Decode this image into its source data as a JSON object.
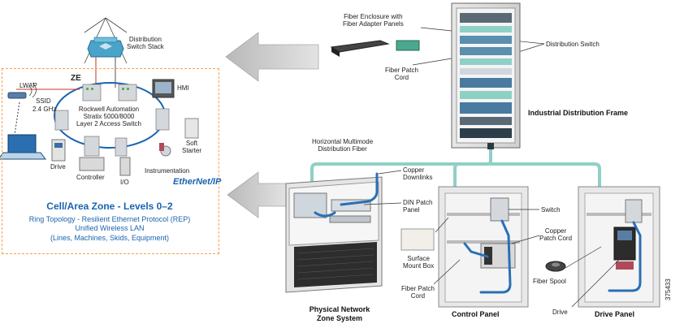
{
  "cell_zone": {
    "title": "Cell/Area Zone - Levels 0–2",
    "subtitle_1": "Ring Topology - Resilient Ethernet Protocol (REP)",
    "subtitle_2": "Unified Wireless LAN",
    "subtitle_3": "(Lines, Machines, Skids, Equipment)",
    "ze_label": "ZE",
    "lwap": "LWAP",
    "ssid": "SSID",
    "freq": "2.4 GHz",
    "switch_1": "Rockwell Automation",
    "switch_2": "Stratix 5000/8000",
    "switch_3": "Layer 2 Access Switch",
    "hmi": "HMI",
    "soft_1": "Soft",
    "soft_2": "Starter",
    "drive": "Drive",
    "controller": "Controller",
    "io": "I/O",
    "instrumentation": "Instrumentation",
    "ethernet_ip": "EtherNet/IP"
  },
  "distribution": {
    "stack_1": "Distribution",
    "stack_2": "Switch Stack",
    "fiber_enclosure_1": "Fiber Enclosure with",
    "fiber_enclosure_2": "Fiber Adapter Panels",
    "fiber_patch_1": "Fiber Patch",
    "fiber_patch_2": "Cord",
    "distribution_switch": "Distribution Switch",
    "idf": "Industrial Distribution Frame",
    "horizontal_1": "Horizontal Multimode",
    "horizontal_2": "Distribution Fiber"
  },
  "panels": {
    "copper_down_1": "Copper",
    "copper_down_2": "Downlinks",
    "din_1": "DIN Patch",
    "din_2": "Panel",
    "surface_1": "Surface",
    "surface_2": "Mount Box",
    "fpc_1": "Fiber Patch",
    "fpc_2": "Cord",
    "switch": "Switch",
    "copper_patch_1": "Copper",
    "copper_patch_2": "Patch Cord",
    "fiber_spool": "Fiber Spool",
    "drive": "Drive",
    "pnzs_1": "Physical Network",
    "pnzs_2": "Zone System",
    "control_panel": "Control Panel",
    "drive_panel": "Drive Panel"
  },
  "figure_number": "375433",
  "colors": {
    "fiber": "#8fd0c6",
    "copper": "#2a6fb5",
    "zone_border": "#f3a24a",
    "zone_text": "#1a63b0",
    "arrow": "#c9c9c9"
  }
}
